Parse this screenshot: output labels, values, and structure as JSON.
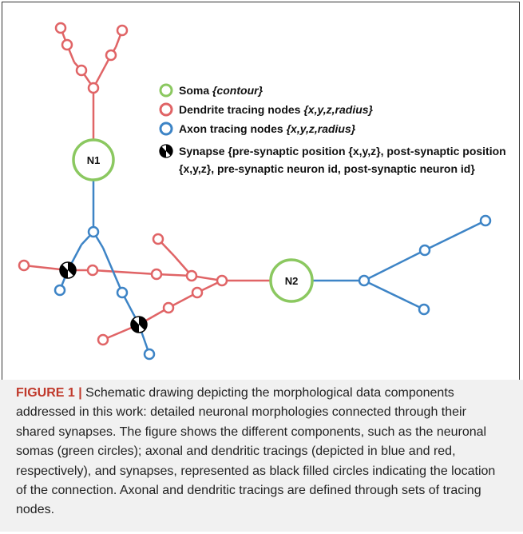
{
  "legend": {
    "soma_label": "Soma ",
    "soma_attr": "{contour}",
    "dendrite_label": "Dendrite tracing nodes ",
    "dendrite_attr": "{x,y,z,radius}",
    "axon_label": "Axon tracing nodes ",
    "axon_attr": "{x,y,z,radius}",
    "synapse_line1": "Synapse {pre-synaptic position {x,y,z}, post-synaptic position",
    "synapse_line2": "{x,y,z}, pre-synaptic neuron id, post-synaptic neuron id}"
  },
  "neurons": {
    "n1_label": "N1",
    "n2_label": "N2"
  },
  "caption": {
    "label": "FIGURE 1 |",
    "text": " Schematic drawing depicting the morphological data components addressed in this work: detailed neuronal morphologies connected through their shared synapses. The figure shows the different components, such as the neuronal somas (green circles); axonal and dendritic tracings (depicted in blue and red, respectively), and synapses, represented as black filled circles indicating the location of the connection. Axonal and dendritic tracings are defined through sets of tracing nodes."
  },
  "colors": {
    "soma": "#8bc860",
    "dendrite": "#e06466",
    "axon": "#3d84c6",
    "synapse": "#000000"
  }
}
